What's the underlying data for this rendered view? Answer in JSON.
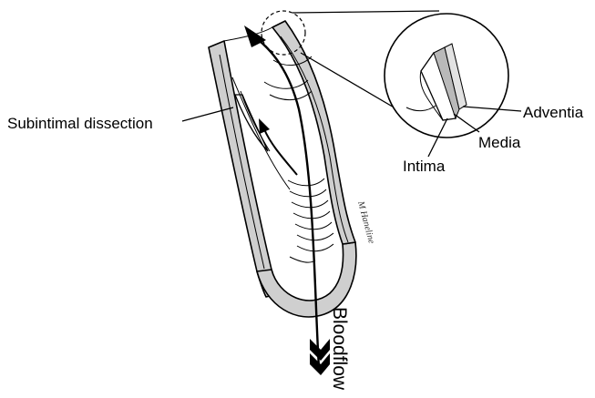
{
  "diagram": {
    "labels": {
      "subintimal": "Subintimal dissection",
      "adventitia": "Adventia",
      "media": "Media",
      "intima": "Intima",
      "bloodflow": "Bloodflow",
      "signature": "M Haneline"
    },
    "colors": {
      "wall": "#cfcfcf",
      "wall_dark": "#9a9a9a",
      "line": "#000000",
      "background": "#ffffff"
    }
  }
}
